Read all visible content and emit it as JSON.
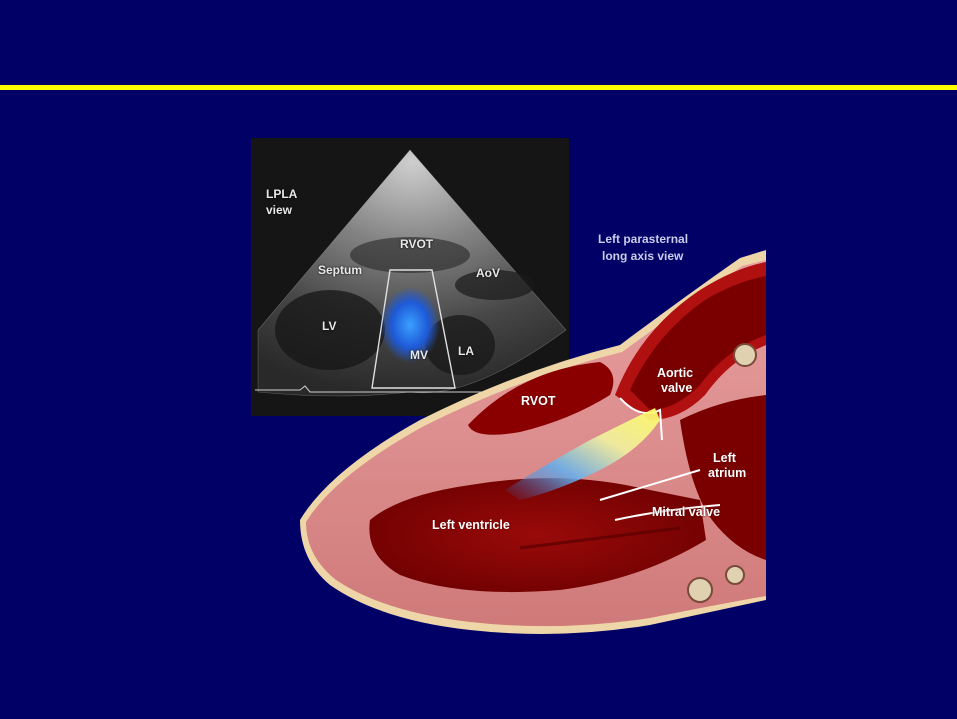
{
  "slide": {
    "accent_color": "#ffff00",
    "background_color": "#000066"
  },
  "echo": {
    "view_line1": "LPLA",
    "view_line2": "view",
    "labels": {
      "rvot": "RVOT",
      "septum": "Septum",
      "aov": "AoV",
      "lv": "LV",
      "mv": "MV",
      "la": "LA"
    }
  },
  "illustration": {
    "caption_line1": "Left parasternal",
    "caption_line2": "long axis view",
    "labels": {
      "aortic_valve_line1": "Aortic",
      "aortic_valve_line2": "valve",
      "rvot": "RVOT",
      "left_atrium_line1": "Left",
      "left_atrium_line2": "atrium",
      "left_ventricle": "Left ventricle",
      "mitral_valve": "Mitral valve"
    }
  }
}
